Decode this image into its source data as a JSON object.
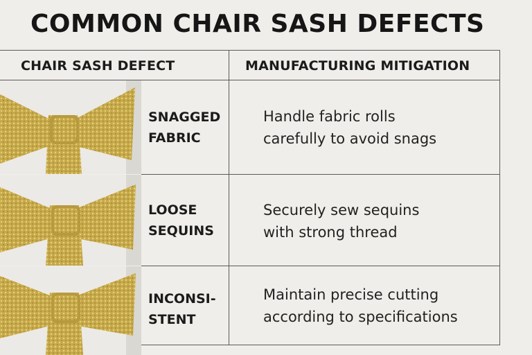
{
  "title": "COMMON CHAIR SASH DEFECTS",
  "table": {
    "headers": {
      "defect": "CHAIR SASH DEFECT",
      "mitigation": "MANUFACTURING MITIGATION"
    },
    "rows": [
      {
        "photo_icon": "gold-sequin-chair-sash-photo",
        "defect_lines": [
          "SNAGGED",
          "FABRIC"
        ],
        "mitigation_lines": [
          "Handle fabric rolls",
          "carefully to avoid snags"
        ]
      },
      {
        "photo_icon": "gold-sequin-chair-sash-photo",
        "defect_lines": [
          "LOOSE",
          "SEQUINS"
        ],
        "mitigation_lines": [
          "Securely sew sequins",
          "with strong thread"
        ]
      },
      {
        "photo_icon": "gold-sequin-chair-sash-photo",
        "defect_lines": [
          "INCONSI-",
          "STENT"
        ],
        "mitigation_lines": [
          "Maintain precise cutting",
          "according to specifications"
        ]
      }
    ]
  },
  "colors": {
    "background": "#efeeea",
    "rule": "#5a5a5a",
    "sash_gold": "#c9ac4e",
    "sash_shadow": "#9c8232"
  }
}
